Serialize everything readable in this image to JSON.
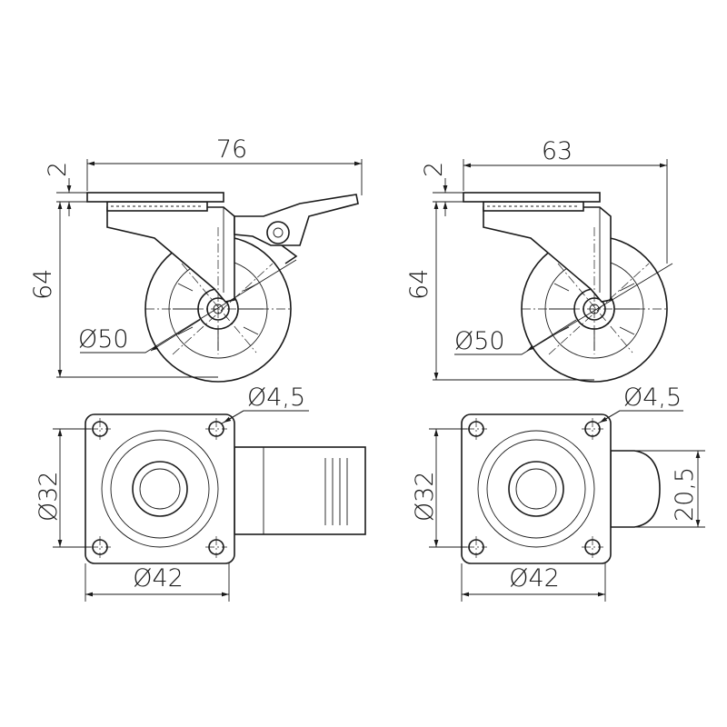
{
  "left_view": {
    "top_width": "76",
    "plate_thickness": "2",
    "height": "64",
    "wheel_diameter": "Ø50"
  },
  "right_view": {
    "top_width": "63",
    "plate_thickness": "2",
    "height": "64",
    "wheel_diameter": "Ø50"
  },
  "left_plan": {
    "hole_diameter": "Ø4,5",
    "hole_spacing": "Ø32",
    "plate_width": "Ø42"
  },
  "right_plan": {
    "hole_diameter": "Ø4,5",
    "hole_spacing": "Ø32",
    "plate_width": "Ø42",
    "wheel_width": "20,5"
  }
}
